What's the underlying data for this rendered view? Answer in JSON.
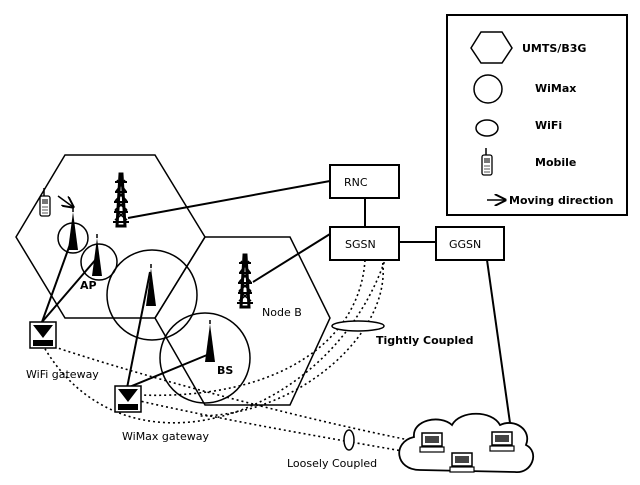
{
  "legend": {
    "umts": "UMTS/B3G",
    "wimax": "WiMax",
    "wifi": "WiFi",
    "mobile": "Mobile",
    "moving": "Moving direction"
  },
  "nodes": {
    "rnc": "RNC",
    "sgsn": "SGSN",
    "ggsn": "GGSN",
    "node_b": "Node B",
    "ap": "AP",
    "bs": "BS",
    "wifi_gateway": "WiFi gateway",
    "wimax_gateway": "WiMax gateway"
  },
  "annotations": {
    "tightly": "Tightly Coupled",
    "loosely": "Loosely Coupled"
  }
}
